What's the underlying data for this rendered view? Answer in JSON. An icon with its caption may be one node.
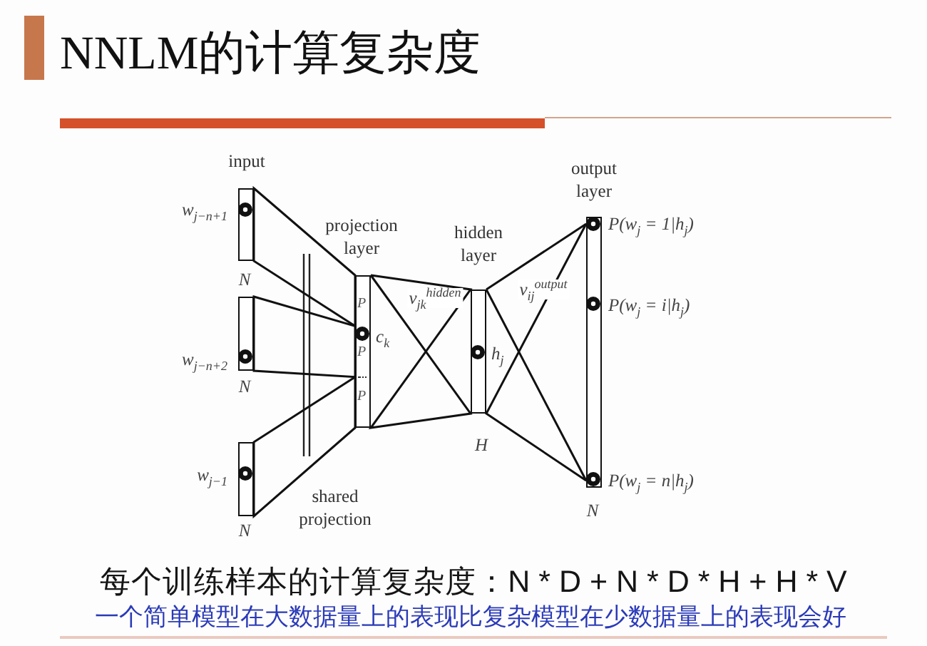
{
  "diagram": {
    "title": "NNLM的计算复杂度",
    "nodes": [
      {
        "text": [],
        "shape": "box",
        "beside": [
          "w$_{j−n+1}$",
          "N"
        ]
      },
      {
        "text": [],
        "shape": "box",
        "beside": [
          "w$_{j−n+2}$",
          "N"
        ]
      },
      {
        "text": [],
        "shape": "box",
        "beside": [
          "w$_{j−1}$",
          "N"
        ]
      },
      {
        "text": [
          "projection layer",
          "P",
          "c$_{k}$",
          "P",
          "P"
        ]
      },
      {
        "text": [
          "hidden layer"
        ],
        "beside": [
          "h$_{j}$",
          "H"
        ]
      },
      {
        "text": [
          "output layer"
        ],
        "beside": [
          "P(w$_{j}$ = 1|h$_{j}$)",
          "P(w$_{j}$ = i|h$_{j}$)",
          "P(w$_{j}$ = n|h$_{j}$)",
          "N"
        ]
      }
    ],
    "edges": [
      {
        "from": 0,
        "to": 3,
        "arrow": "none"
      },
      {
        "from": 1,
        "to": 3,
        "arrow": "none"
      },
      {
        "from": 2,
        "to": 3,
        "arrow": "none"
      },
      {
        "from": 3,
        "to": 4,
        "arrow": "none",
        "label": "v$_{jk}$$^{hidden}$"
      },
      {
        "from": 4,
        "to": 5,
        "arrow": "none",
        "label": "v$_{ij}$$^{output}$"
      }
    ],
    "labels": [
      "input",
      "shared projection",
      "每个训练样本的计算复杂度：N * D + N * D * H + H * V",
      "一个简单模型在大数据量上的表现比复杂模型在少数据量上的表现会好"
    ]
  }
}
